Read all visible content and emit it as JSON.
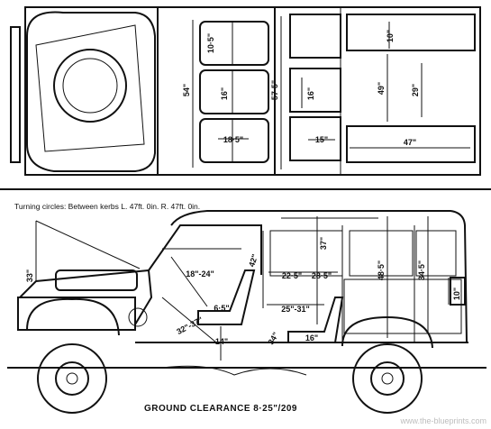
{
  "plan_view": {
    "dims": {
      "seat_depth_rear": "10·5\"",
      "seat_width_mid": "16\"",
      "seat_width_front": "18·5\"",
      "interior_width": "54\"",
      "cab_length": "57·5\"",
      "bench_width": "16\"",
      "bench_depth": "15\"",
      "cargo_length": "49\"",
      "cargo_width": "29\"",
      "wheel_arch": "10\"",
      "cargo_full": "47\""
    }
  },
  "side_view": {
    "turning_circle": "Turning circles: Between kerbs L. 47ft. 0in. R. 47ft. 0in.",
    "ground_clearance": "GROUND CLEARANCE 8·25\"/209",
    "dims": {
      "bonnet_open": "33\"",
      "front_legroom": "18\"-24\"",
      "front_headroom": "42\"",
      "front_seat_back": "6·5\"",
      "front_cushion": "32\"-37\"",
      "seat_height": "14\"",
      "rear_headroom": "37\"",
      "rear_knee": "22·5\"",
      "rear_legroom": "28·5\"",
      "rear_reach": "25\"-31\"",
      "rear_height": "34\"",
      "rear_cushion": "16\"",
      "load_height_high": "48·5\"",
      "load_height_low": "34·5\"",
      "tailboard": "10\""
    }
  },
  "watermark": "www.the-blueprints.com"
}
